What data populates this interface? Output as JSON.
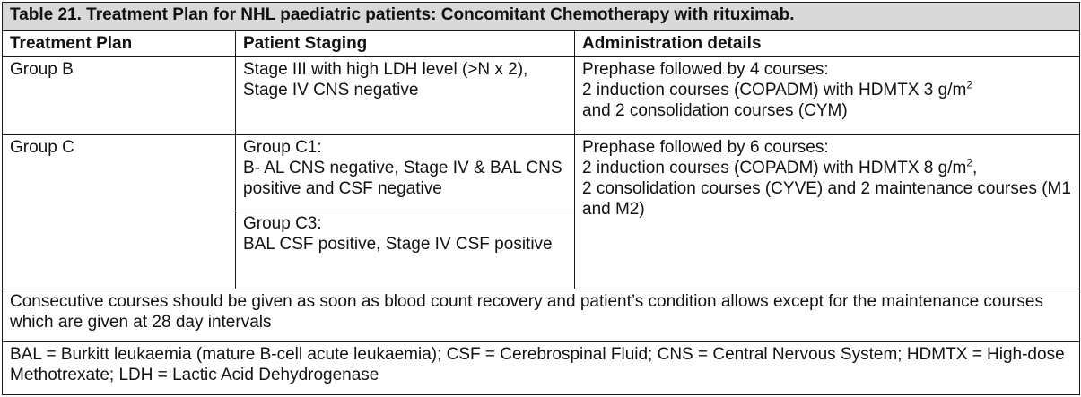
{
  "table": {
    "title": "Table 21. Treatment Plan for NHL paediatric patients: Concomitant Chemotherapy with rituximab.",
    "headers": [
      "Treatment Plan",
      "Patient Staging",
      "Administration details"
    ],
    "group_b": {
      "plan": "Group B",
      "staging": "Stage III with high LDH level (>N x 2), Stage IV CNS negative",
      "admin_line1": "Prephase followed by 4 courses:",
      "admin_line2_pre": "2 induction courses (COPADM) with HDMTX 3 g/m",
      "admin_line2_sup": "2",
      "admin_line3": "and 2 consolidation courses (CYM)"
    },
    "group_c": {
      "plan": "Group C",
      "c1_title": "Group C1:",
      "c1_text": "B- AL CNS negative, Stage IV & BAL CNS positive and CSF negative",
      "c3_title": "Group C3:",
      "c3_text": "BAL CSF positive, Stage IV CSF positive",
      "admin_line1": "Prephase followed by 6 courses:",
      "admin_line2_pre": "2 induction courses (COPADM) with HDMTX 8 g/m",
      "admin_line2_sup": "2",
      "admin_line2_post": ",",
      "admin_line3": "2 consolidation courses (CYVE) and 2 maintenance courses (M1 and M2)"
    },
    "note": "Consecutive courses should be given as soon as blood count recovery and patient’s condition allows except for the maintenance courses which are given at 28 day intervals",
    "abbreviations": "BAL = Burkitt leukaemia (mature B-cell acute leukaemia); CSF = Cerebrospinal Fluid; CNS = Central Nervous System; HDMTX = High-dose Methotrexate; LDH = Lactic Acid Dehydrogenase"
  }
}
